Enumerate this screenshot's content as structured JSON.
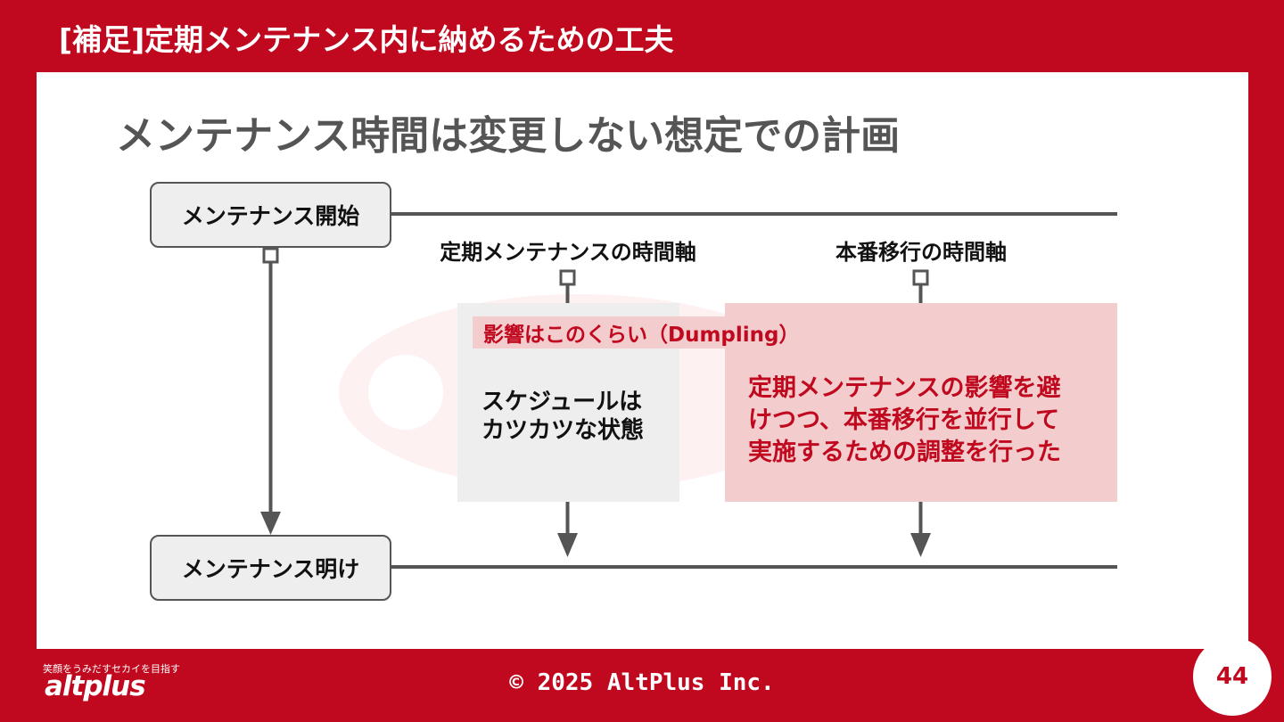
{
  "header": {
    "title": "[補足]定期メンテナンス内に納めるための工夫"
  },
  "slide": {
    "title": "メンテナンス時間は変更しない想定での計画",
    "start_label": "メンテナンス開始",
    "end_label": "メンテナンス明け",
    "axis_regular": "定期メンテナンスの時間軸",
    "axis_release": "本番移行の時間軸",
    "impact_label": "影響はこのくらい（Dumpling）",
    "gray_text": [
      "スケジュールは",
      "カツカツな状態"
    ],
    "pink_text": [
      "定期メンテナンスの影響を避",
      "けつつ、本番移行を並行して",
      "実施するための調整を行った"
    ]
  },
  "footer": {
    "copyright": "© 2025 AltPlus Inc.",
    "page_number": "44",
    "logo_word": "altplus",
    "logo_tagline": "笑顔をうみだすセカイを目指す"
  },
  "colors": {
    "brand_red": "#c0081e",
    "gray_box": "#eeeeee",
    "pink_box": "#f3cdcd",
    "line": "#555555"
  }
}
